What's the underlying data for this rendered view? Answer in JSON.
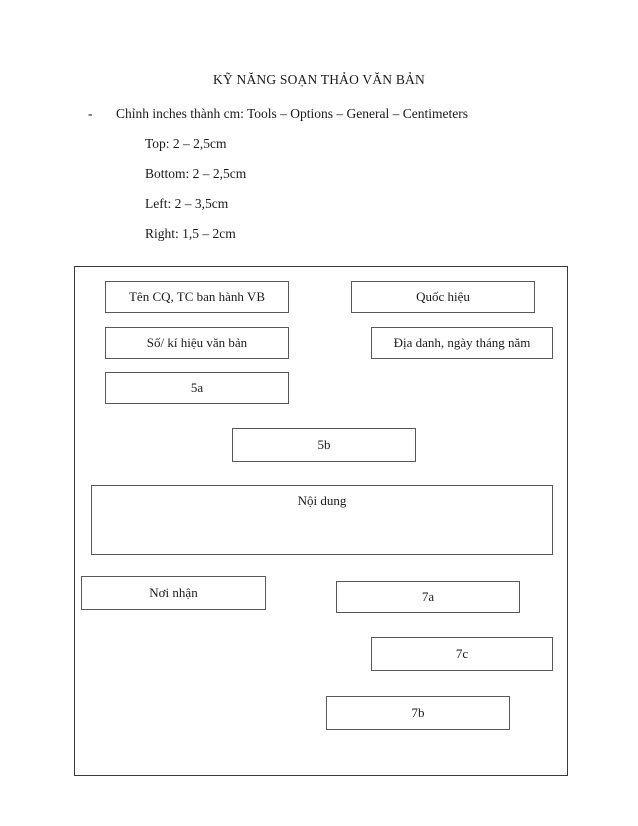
{
  "document": {
    "title": "KỸ NĂNG SOẠN THẢO VĂN BẢN",
    "bullet_marker": "-",
    "instruction": "Chỉnh inches thành cm: Tools – Options – General – Centimeters",
    "margins": [
      {
        "label": "Top: 2 – 2,5cm"
      },
      {
        "label": "Bottom:  2 – 2,5cm"
      },
      {
        "label": "Left: 2 – 3,5cm"
      },
      {
        "label": "Right: 1,5 – 2cm"
      }
    ]
  },
  "diagram": {
    "boxes": [
      {
        "id": "ten-cq",
        "label": "Tên CQ, TC ban hành VB"
      },
      {
        "id": "quoc-hieu",
        "label": "Quốc hiệu"
      },
      {
        "id": "so-ki-hieu",
        "label": "Số/ kí hiệu văn bản"
      },
      {
        "id": "dia-danh",
        "label": "Địa danh, ngày tháng năm"
      },
      {
        "id": "5a",
        "label": "5a"
      },
      {
        "id": "5b",
        "label": "5b"
      },
      {
        "id": "noi-dung",
        "label": "Nội dung"
      },
      {
        "id": "noi-nhan",
        "label": "Nơi nhận"
      },
      {
        "id": "7a",
        "label": "7a"
      },
      {
        "id": "7c",
        "label": "7c"
      },
      {
        "id": "7b",
        "label": "7b"
      }
    ]
  },
  "colors": {
    "page_background": "#ffffff",
    "text": "#1a1a1a",
    "frame_border": "#3a3a3a",
    "box_border": "#585858"
  }
}
